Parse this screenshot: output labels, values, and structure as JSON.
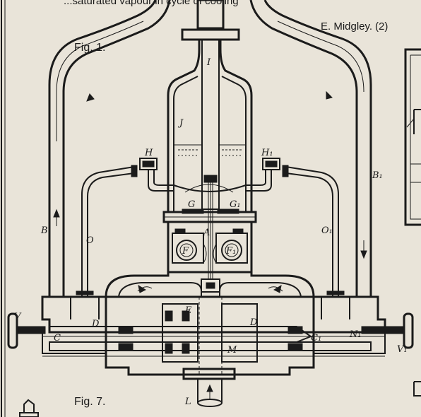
{
  "header": {
    "cropped_caption": "...saturated vapour in cycle of cooling",
    "author": "E. Midgley.",
    "plate_number": "(2)"
  },
  "figure_labels": {
    "fig1": "Fig. 1.",
    "fig7": "Fig. 7."
  },
  "part_labels": {
    "I": "I",
    "J": "J",
    "H": "H",
    "H1": "H₁",
    "G": "G",
    "G1": "G₁",
    "A": "A",
    "F": "F",
    "F1": "F₁",
    "B": "B",
    "B1": "B₁",
    "O": "O",
    "O1": "O₁",
    "V": "V",
    "V1": "V₁",
    "C": "C",
    "C1": "C₁",
    "D": "D",
    "D2": "D",
    "E": "E",
    "N1": "N₁",
    "M": "M",
    "L": "L"
  },
  "colors": {
    "paper": "#e9e4d9",
    "ink": "#1b1b1b"
  }
}
